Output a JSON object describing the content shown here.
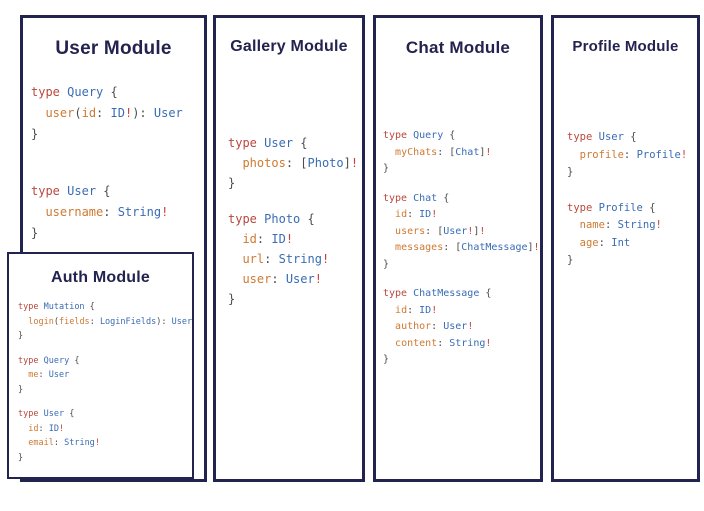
{
  "colors": {
    "border_navy": "#23234f",
    "title_navy": "#23234f",
    "code_keyword_red": "#b9473e",
    "code_type_blue": "#3a6cb4",
    "code_field_orange": "#ce7a33",
    "code_punct_gray": "#4d4d4d",
    "code_bang_red": "#c0433b",
    "background": "#ffffff"
  },
  "panels": [
    {
      "id": "user",
      "title": "User Module",
      "blocks": [
        [
          [
            [
              "k",
              "type"
            ],
            [
              "p",
              " "
            ],
            [
              "t",
              "Query"
            ],
            [
              "p",
              " {"
            ]
          ],
          [
            [
              "p",
              "  "
            ],
            [
              "f",
              "user"
            ],
            [
              "p",
              "("
            ],
            [
              "f",
              "id"
            ],
            [
              "p",
              ": "
            ],
            [
              "t",
              "ID"
            ],
            [
              "e",
              "!"
            ],
            [
              "p",
              "): "
            ],
            [
              "t",
              "User"
            ]
          ],
          [
            [
              "p",
              "}"
            ]
          ]
        ],
        [
          [
            [
              "k",
              "type"
            ],
            [
              "p",
              " "
            ],
            [
              "t",
              "User"
            ],
            [
              "p",
              " {"
            ]
          ],
          [
            [
              "p",
              "  "
            ],
            [
              "f",
              "username"
            ],
            [
              "p",
              ": "
            ],
            [
              "t",
              "String"
            ],
            [
              "e",
              "!"
            ]
          ],
          [
            [
              "p",
              "}"
            ]
          ]
        ]
      ]
    },
    {
      "id": "auth",
      "title": "Auth Module",
      "blocks": [
        [
          [
            [
              "k",
              "type"
            ],
            [
              "p",
              " "
            ],
            [
              "t",
              "Mutation"
            ],
            [
              "p",
              " {"
            ]
          ],
          [
            [
              "p",
              "  "
            ],
            [
              "f",
              "login"
            ],
            [
              "p",
              "("
            ],
            [
              "f",
              "fields"
            ],
            [
              "p",
              ": "
            ],
            [
              "t",
              "LoginFields"
            ],
            [
              "p",
              "): "
            ],
            [
              "t",
              "User"
            ]
          ],
          [
            [
              "p",
              "}"
            ]
          ]
        ],
        [
          [
            [
              "k",
              "type"
            ],
            [
              "p",
              " "
            ],
            [
              "t",
              "Query"
            ],
            [
              "p",
              " {"
            ]
          ],
          [
            [
              "p",
              "  "
            ],
            [
              "f",
              "me"
            ],
            [
              "p",
              ": "
            ],
            [
              "t",
              "User"
            ]
          ],
          [
            [
              "p",
              "}"
            ]
          ]
        ],
        [
          [
            [
              "k",
              "type"
            ],
            [
              "p",
              " "
            ],
            [
              "t",
              "User"
            ],
            [
              "p",
              " {"
            ]
          ],
          [
            [
              "p",
              "  "
            ],
            [
              "f",
              "id"
            ],
            [
              "p",
              ": "
            ],
            [
              "t",
              "ID"
            ],
            [
              "e",
              "!"
            ]
          ],
          [
            [
              "p",
              "  "
            ],
            [
              "f",
              "email"
            ],
            [
              "p",
              ": "
            ],
            [
              "t",
              "String"
            ],
            [
              "e",
              "!"
            ]
          ],
          [
            [
              "p",
              "}"
            ]
          ]
        ]
      ]
    },
    {
      "id": "gallery",
      "title": "Gallery Module",
      "blocks": [
        [
          [
            [
              "k",
              "type"
            ],
            [
              "p",
              " "
            ],
            [
              "t",
              "User"
            ],
            [
              "p",
              " {"
            ]
          ],
          [
            [
              "p",
              "  "
            ],
            [
              "f",
              "photos"
            ],
            [
              "p",
              ": ["
            ],
            [
              "t",
              "Photo"
            ],
            [
              "p",
              "]"
            ],
            [
              "e",
              "!"
            ]
          ],
          [
            [
              "p",
              "}"
            ]
          ]
        ],
        [
          [
            [
              "k",
              "type"
            ],
            [
              "p",
              " "
            ],
            [
              "t",
              "Photo"
            ],
            [
              "p",
              " {"
            ]
          ],
          [
            [
              "p",
              "  "
            ],
            [
              "f",
              "id"
            ],
            [
              "p",
              ": "
            ],
            [
              "t",
              "ID"
            ],
            [
              "e",
              "!"
            ]
          ],
          [
            [
              "p",
              "  "
            ],
            [
              "f",
              "url"
            ],
            [
              "p",
              ": "
            ],
            [
              "t",
              "String"
            ],
            [
              "e",
              "!"
            ]
          ],
          [
            [
              "p",
              "  "
            ],
            [
              "f",
              "user"
            ],
            [
              "p",
              ": "
            ],
            [
              "t",
              "User"
            ],
            [
              "e",
              "!"
            ]
          ],
          [
            [
              "p",
              "}"
            ]
          ]
        ]
      ]
    },
    {
      "id": "chat",
      "title": "Chat Module",
      "blocks": [
        [
          [
            [
              "k",
              "type"
            ],
            [
              "p",
              " "
            ],
            [
              "t",
              "Query"
            ],
            [
              "p",
              " {"
            ]
          ],
          [
            [
              "p",
              "  "
            ],
            [
              "f",
              "myChats"
            ],
            [
              "p",
              ": ["
            ],
            [
              "t",
              "Chat"
            ],
            [
              "p",
              "]"
            ],
            [
              "e",
              "!"
            ]
          ],
          [
            [
              "p",
              "}"
            ]
          ]
        ],
        [
          [
            [
              "k",
              "type"
            ],
            [
              "p",
              " "
            ],
            [
              "t",
              "Chat"
            ],
            [
              "p",
              " {"
            ]
          ],
          [
            [
              "p",
              "  "
            ],
            [
              "f",
              "id"
            ],
            [
              "p",
              ": "
            ],
            [
              "t",
              "ID"
            ],
            [
              "e",
              "!"
            ]
          ],
          [
            [
              "p",
              "  "
            ],
            [
              "f",
              "users"
            ],
            [
              "p",
              ": ["
            ],
            [
              "t",
              "User"
            ],
            [
              "e",
              "!"
            ],
            [
              "p",
              "]"
            ],
            [
              "e",
              "!"
            ]
          ],
          [
            [
              "p",
              "  "
            ],
            [
              "f",
              "messages"
            ],
            [
              "p",
              ": ["
            ],
            [
              "t",
              "ChatMessage"
            ],
            [
              "p",
              "]"
            ],
            [
              "e",
              "!"
            ]
          ],
          [
            [
              "p",
              "}"
            ]
          ]
        ],
        [
          [
            [
              "k",
              "type"
            ],
            [
              "p",
              " "
            ],
            [
              "t",
              "ChatMessage"
            ],
            [
              "p",
              " {"
            ]
          ],
          [
            [
              "p",
              "  "
            ],
            [
              "f",
              "id"
            ],
            [
              "p",
              ": "
            ],
            [
              "t",
              "ID"
            ],
            [
              "e",
              "!"
            ]
          ],
          [
            [
              "p",
              "  "
            ],
            [
              "f",
              "author"
            ],
            [
              "p",
              ": "
            ],
            [
              "t",
              "User"
            ],
            [
              "e",
              "!"
            ]
          ],
          [
            [
              "p",
              "  "
            ],
            [
              "f",
              "content"
            ],
            [
              "p",
              ": "
            ],
            [
              "t",
              "String"
            ],
            [
              "e",
              "!"
            ]
          ],
          [
            [
              "p",
              "}"
            ]
          ]
        ]
      ]
    },
    {
      "id": "profile",
      "title": "Profile Module",
      "blocks": [
        [
          [
            [
              "k",
              "type"
            ],
            [
              "p",
              " "
            ],
            [
              "t",
              "User"
            ],
            [
              "p",
              " {"
            ]
          ],
          [
            [
              "p",
              "  "
            ],
            [
              "f",
              "profile"
            ],
            [
              "p",
              ": "
            ],
            [
              "t",
              "Profile"
            ],
            [
              "e",
              "!"
            ]
          ],
          [
            [
              "p",
              "}"
            ]
          ]
        ],
        [
          [
            [
              "k",
              "type"
            ],
            [
              "p",
              " "
            ],
            [
              "t",
              "Profile"
            ],
            [
              "p",
              " {"
            ]
          ],
          [
            [
              "p",
              "  "
            ],
            [
              "f",
              "name"
            ],
            [
              "p",
              ": "
            ],
            [
              "t",
              "String"
            ],
            [
              "e",
              "!"
            ]
          ],
          [
            [
              "p",
              "  "
            ],
            [
              "f",
              "age"
            ],
            [
              "p",
              ": "
            ],
            [
              "t",
              "Int"
            ]
          ],
          [
            [
              "p",
              "}"
            ]
          ]
        ]
      ]
    }
  ]
}
